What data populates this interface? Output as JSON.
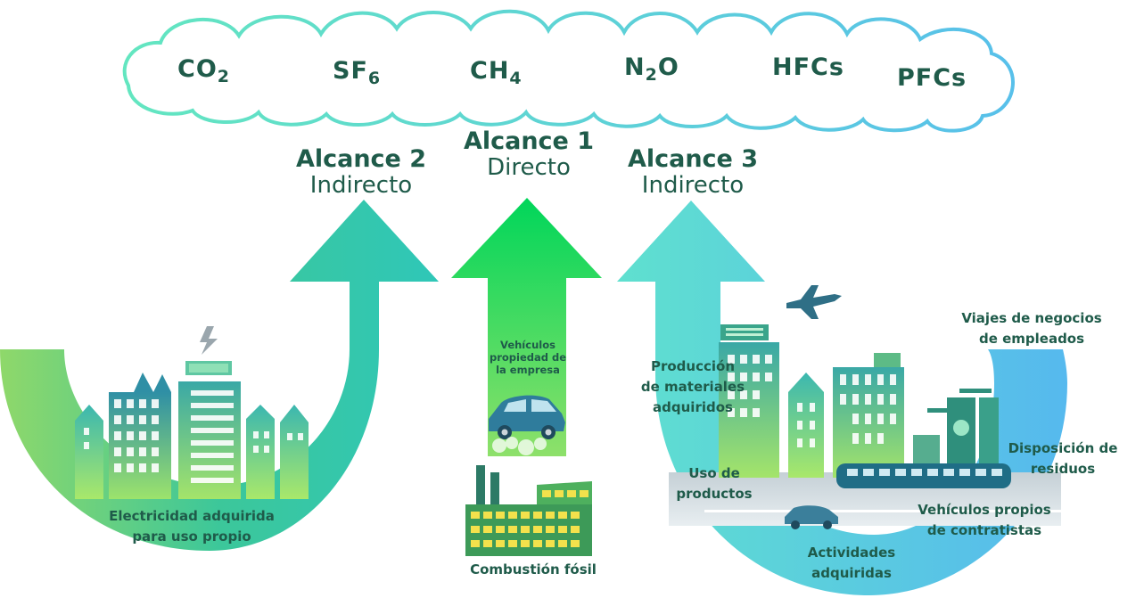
{
  "gases": [
    {
      "name": "CO",
      "sub": "2"
    },
    {
      "name": "SF",
      "sub": "6"
    },
    {
      "name": "CH",
      "sub": "4"
    },
    {
      "name": "N",
      "sub": "2",
      "after": "O"
    },
    {
      "name": "HFCs",
      "sub": ""
    },
    {
      "name": "PFCs",
      "sub": ""
    }
  ],
  "scopes": {
    "scope1": {
      "title": "Alcance 1",
      "subtitle": "Directo"
    },
    "scope2": {
      "title": "Alcance 2",
      "subtitle": "Indirecto"
    },
    "scope3": {
      "title": "Alcance 3",
      "subtitle": "Indirecto"
    }
  },
  "captions": {
    "electricity": [
      "Electricidad adquirida",
      "para uso propio"
    ],
    "vehicles_company": [
      "Vehículos",
      "propiedad de",
      "la empresa"
    ],
    "fossil": "Combustión fósil",
    "materials": [
      "Producción",
      "de materiales",
      "adquiridos"
    ],
    "use_products": [
      "Uso de",
      "productos"
    ],
    "business_travel": [
      "Viajes de negocios",
      "de empleados"
    ],
    "waste": [
      "Disposición de",
      "residuos"
    ],
    "contractor_vehicles": [
      "Vehículos propios",
      "de contratistas"
    ],
    "purchased_activities": [
      "Actividades",
      "adquiridas"
    ]
  },
  "colors": {
    "text": "#1f5b4a",
    "cloud_left": "#5fe3c2",
    "cloud_right": "#5ac4e8",
    "scope1_green": "#1fd35a",
    "scope2_teal": "#35c8a7",
    "scope3_blue": "#5cc8ef"
  }
}
